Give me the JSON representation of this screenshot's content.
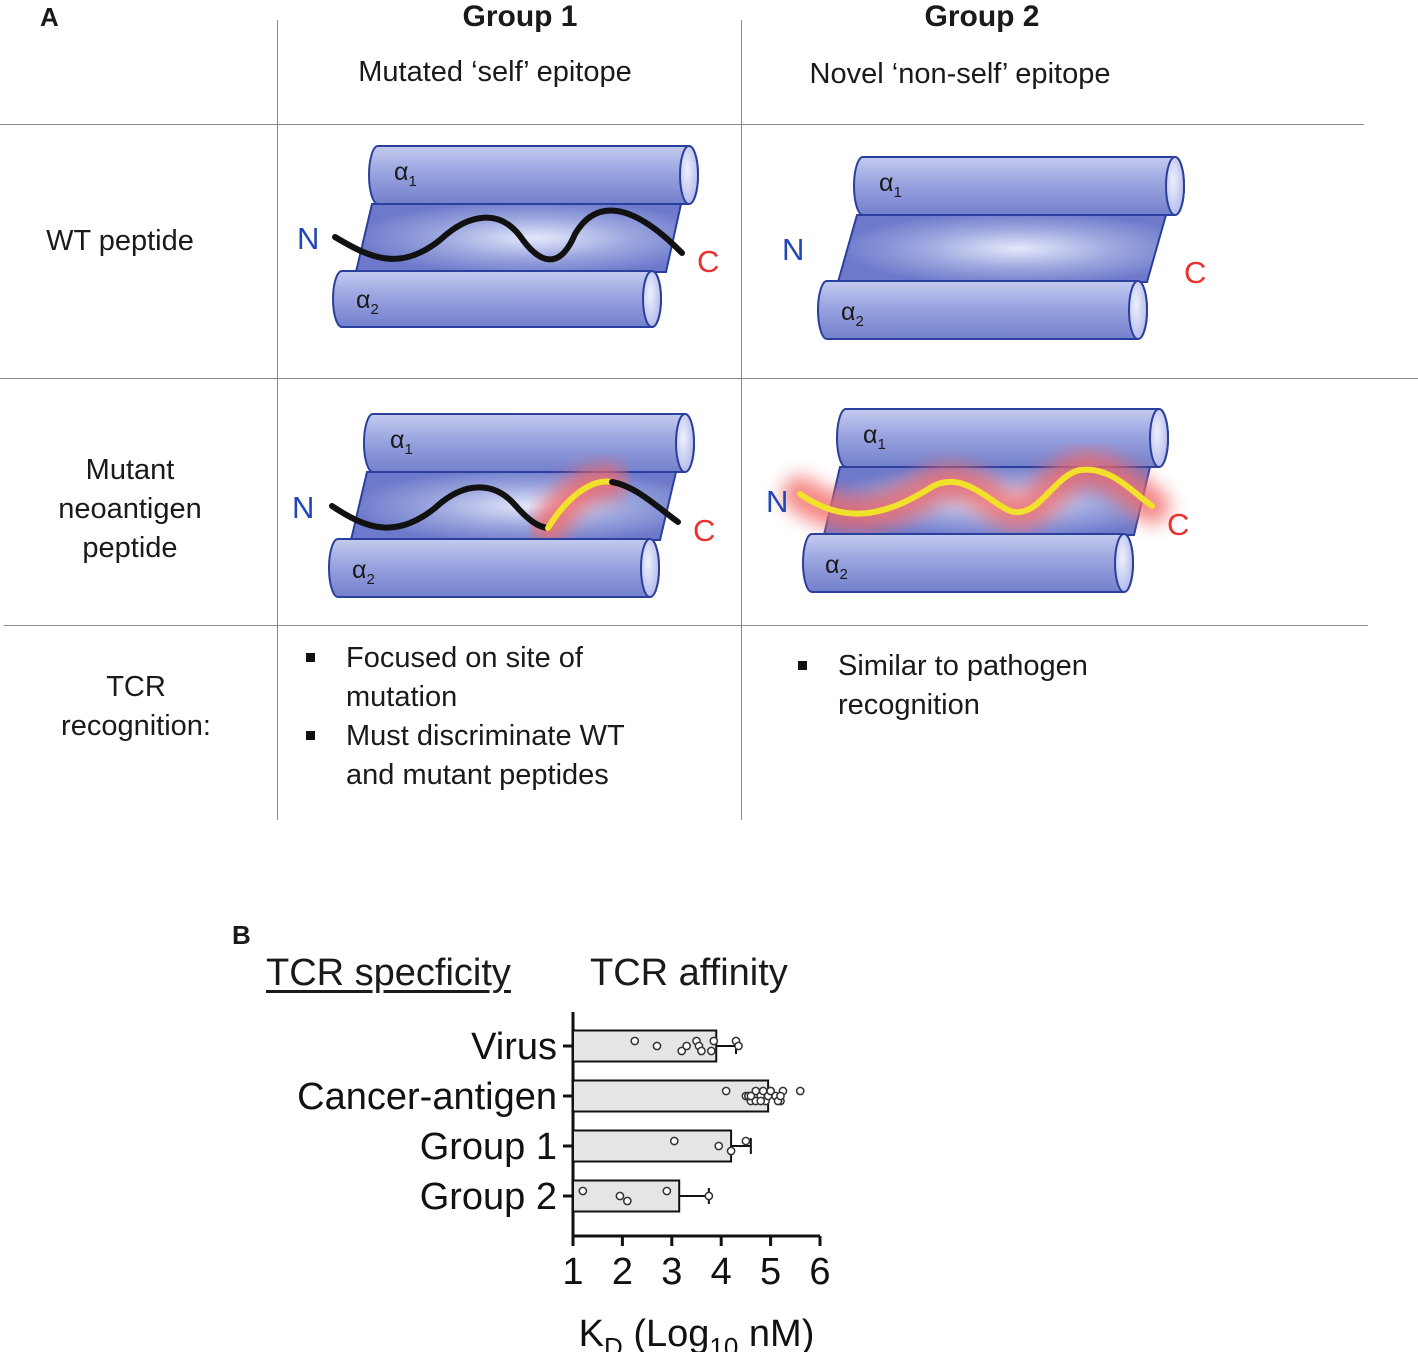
{
  "panelA": {
    "letter": "A",
    "columns": [
      {
        "title": "Group 1",
        "subtitle": "Mutated ‘self’ epitope"
      },
      {
        "title": "Group 2",
        "subtitle": "Novel ‘non-self’ epitope"
      }
    ],
    "rows": [
      {
        "label_lines": [
          "WT peptide"
        ]
      },
      {
        "label_lines": [
          "Mutant",
          "neoantigen",
          "peptide"
        ]
      },
      {
        "label_lines": [
          "TCR",
          "recognition:"
        ]
      }
    ],
    "helix_labels": {
      "alpha": "α",
      "sub1": "1",
      "sub2": "2"
    },
    "terminus": {
      "n": "N",
      "c": "C"
    },
    "group1_bullets": [
      [
        "Focused on site of",
        "mutation"
      ],
      [
        "Must discriminate WT",
        "and mutant peptides"
      ]
    ],
    "group2_bullets": [
      [
        "Similar to pathogen",
        "recognition"
      ]
    ],
    "colors": {
      "helix_fill": "#8b96d8",
      "helix_stroke": "#2b3f9c",
      "n_terminus": "#2146b8",
      "c_terminus": "#e8322e",
      "peptide_wt": "#111111",
      "peptide_mut": "#f2e12a",
      "glow": "#f26b6b"
    }
  },
  "panelB": {
    "letter": "B",
    "heading_left": "TCR specficity",
    "heading_right": "TCR affinity"
  },
  "chart_data": {
    "type": "bar",
    "orientation": "horizontal",
    "categories": [
      "Virus",
      "Cancer-antigen",
      "Group 1",
      "Group 2"
    ],
    "values": [
      3.9,
      4.95,
      4.2,
      3.15
    ],
    "errors": [
      0.4,
      0.3,
      0.4,
      0.6
    ],
    "points": [
      [
        2.25,
        2.7,
        3.2,
        3.5,
        3.55,
        3.8,
        4.3,
        3.3,
        3.6,
        3.85,
        4.35
      ],
      [
        4.1,
        4.5,
        4.6,
        4.7,
        4.8,
        4.9,
        5.0,
        5.1,
        5.2,
        5.6,
        4.55,
        4.7,
        4.85,
        4.95,
        5.15,
        5.25,
        4.6,
        4.8,
        5.0,
        5.2
      ],
      [
        3.05,
        3.95,
        4.2,
        4.5
      ],
      [
        1.2,
        1.95,
        2.1,
        2.9,
        3.75
      ]
    ],
    "xlabel_main": "K",
    "xlabel_sub": "D",
    "xlabel_rest": " (Log",
    "xlabel_sub2": "10",
    "xlabel_end": " nM)",
    "xlim": [
      1,
      6
    ],
    "xticks": [
      "1",
      "2",
      "3",
      "4",
      "5",
      "6"
    ],
    "bar_color": "#e4e5e5",
    "grid": false
  }
}
